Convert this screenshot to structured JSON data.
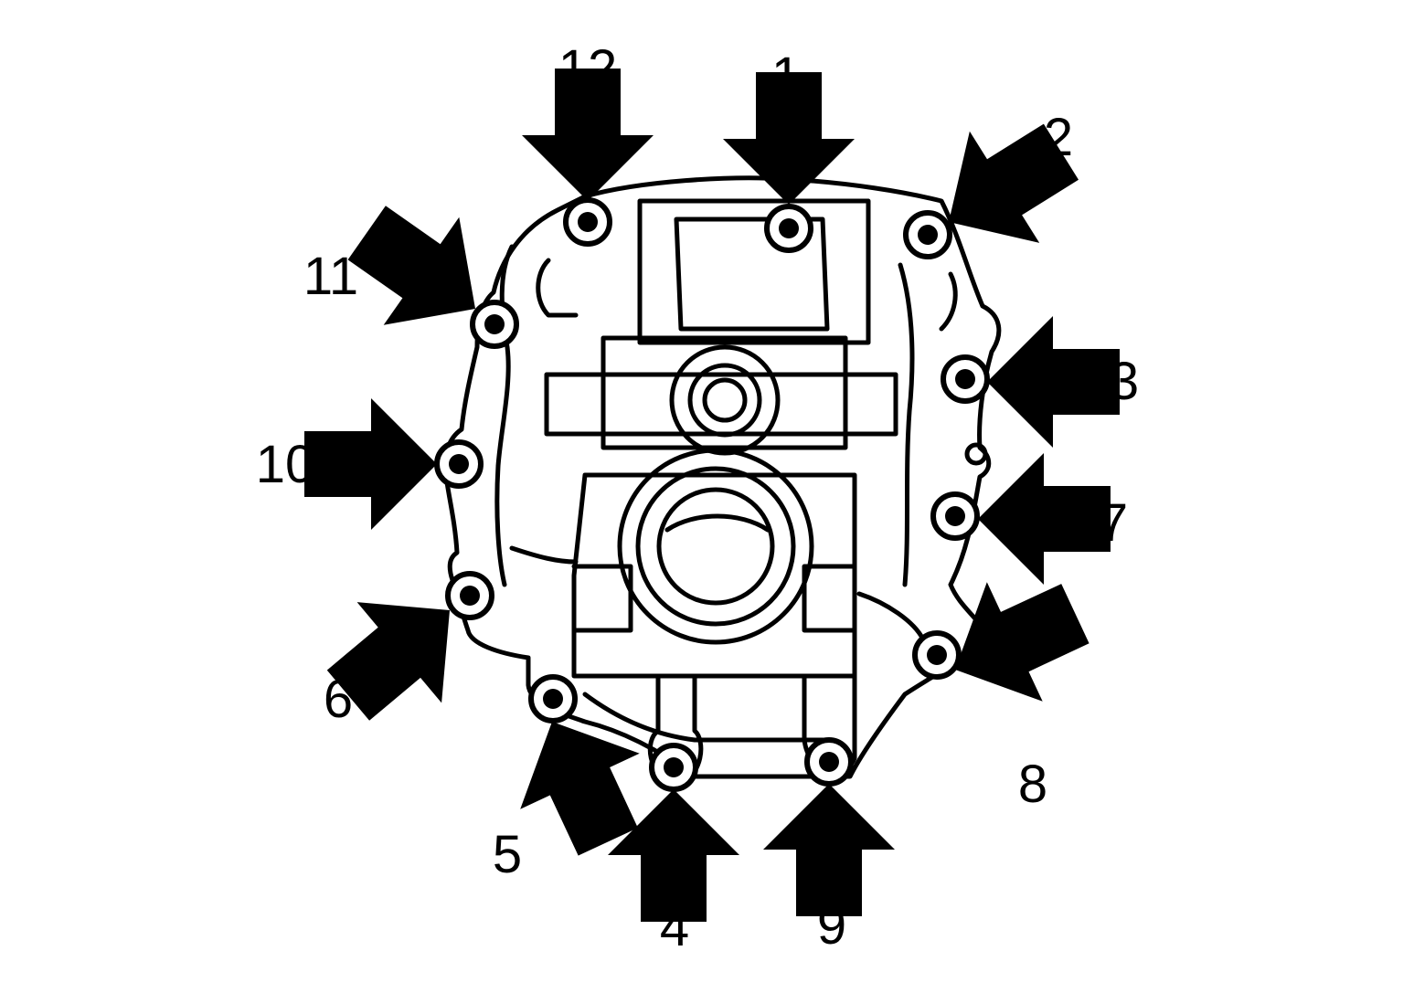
{
  "diagram": {
    "colors": {
      "ink": "#000000",
      "paper": "#ffffff"
    },
    "callouts": [
      {
        "label": "1"
      },
      {
        "label": "2"
      },
      {
        "label": "3"
      },
      {
        "label": "4"
      },
      {
        "label": "5"
      },
      {
        "label": "6"
      },
      {
        "label": "7"
      },
      {
        "label": "8"
      },
      {
        "label": "9"
      },
      {
        "label": "10"
      },
      {
        "label": "11"
      },
      {
        "label": "12"
      }
    ]
  }
}
